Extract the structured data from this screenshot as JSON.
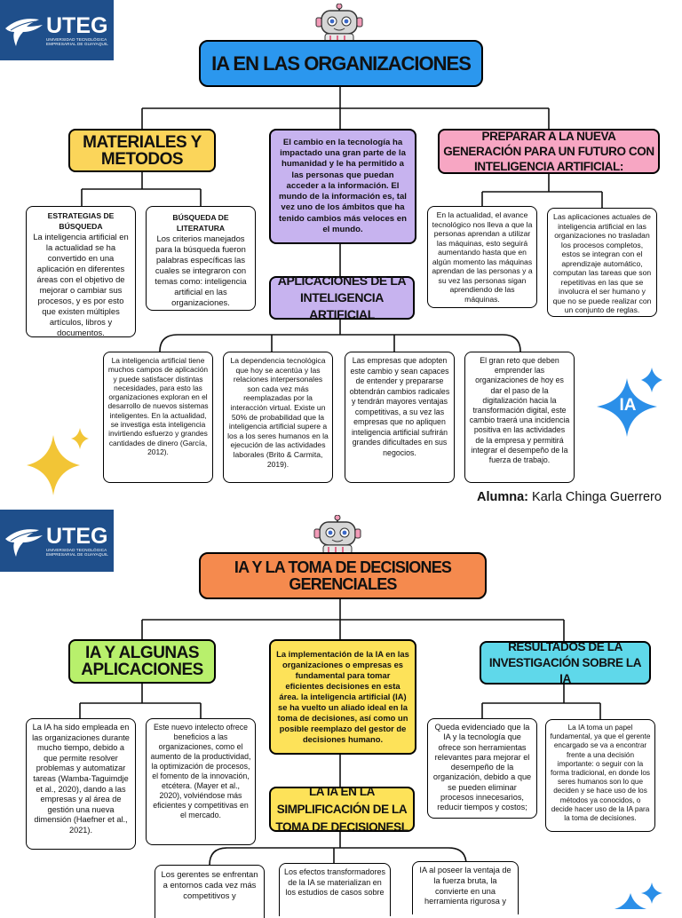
{
  "logo": {
    "word": "UTEG",
    "sub_line1": "UNIVERSIDAD TECNOLÓGICA",
    "sub_line2": "EMPRESARIAL DE GUAYAQUIL"
  },
  "map1": {
    "title": "IA EN LAS ORGANIZACIONES",
    "left_title": "MATERIALES Y METODOS",
    "center_text": "El cambio en la tecnología ha impactado una gran parte de la humanidad y le ha permitido a las personas que puedan acceder a la información. El mundo de la información es, tal vez uno de los ámbitos que ha tenido cambios más veloces en el mundo.",
    "right_title": "PREPARAR A LA NUEVA GENERACIÓN PARA UN FUTURO CON INTELIGENCIA ARTIFICIAL:",
    "left_note1_heading": "ESTRATEGIAS DE BÚSQUEDA",
    "left_note1_text": "La inteligencia artificial en la actualidad se ha convertido en una aplicación en diferentes áreas con el objetivo de mejorar o cambiar sus procesos, y es por esto que existen múltiples artículos, libros y documentos.",
    "left_note2_heading": "BÚSQUEDA DE LITERATURA",
    "left_note2_text": "Los criterios manejados para la búsqueda fueron palabras específicas las cuales se integraron con temas como: inteligencia artificial en las organizaciones.",
    "right_note1": "En la actualidad, el avance tecnológico nos lleva a que la personas aprendan a utilizar las máquinas, esto seguirá aumentando hasta que en algún momento las máquinas aprendan de las personas y a su vez las personas sigan aprendiendo de las máquinas.",
    "right_note2": "Las aplicaciones actuales de inteligencia artificial en las organizaciones no trasladan los procesos completos, estos se integran con el aprendizaje automático, computan las tareas que son repetitivas en las que se involucra el ser humano y que no se puede realizar con un conjunto de reglas.",
    "sub_title": "APLICACIONES DE LA INTELIGENCIA ARTIFICIAL",
    "bottom_notes": [
      "La inteligencia artificial tiene muchos campos de aplicación y puede satisfacer distintas necesidades, para esto las organizaciones exploran en el desarrollo de nuevos sistemas inteligentes. En la actualidad, se investiga esta inteligencia invirtiendo esfuerzo y grandes cantidades de dinero (García, 2012).",
      "La dependencia tecnológica que hoy se acentúa y las relaciones interpersonales son cada vez más reemplazadas por la interacción virtual. Existe un 50% de probabilidad que la inteligencia artificial supere a los a los seres humanos en la ejecución de las actividades laborales (Brito & Carmita, 2019).",
      "Las empresas que adopten este cambio y sean capaces de entender y prepararse obtendrán cambios radicales y tendrán mayores ventajas competitivas, a su vez las empresas que no apliquen inteligencia artificial sufrirán grandes dificultades en sus negocios.",
      "El gran reto que deben emprender las organizaciones de hoy es dar el paso de la digitalización hacia la transformación digital, este cambio traerá una incidencia positiva en las actividades de la empresa y permitirá integrar el desempeño de la fuerza de trabajo."
    ],
    "badge": "IA",
    "author_label": "Alumna:",
    "author_name": "Karla Chinga Guerrero"
  },
  "map2": {
    "title": "IA Y LA TOMA DE DECISIONES GERENCIALES",
    "left_title": "IA Y ALGUNAS APLICACIONES",
    "center_text": "La implementación de la IA en las organizaciones o empresas es fundamental para tomar eficientes decisiones en esta área. la inteligencia artificial (IA) se ha vuelto un aliado ideal en la toma de decisiones, así como un posible reemplazo del gestor de decisiones humano.",
    "right_title": "RESULTADOS DE LA INVESTIGACIÓN SOBRE LA IA",
    "left_note1": "La IA ha sido empleada en las organizaciones durante mucho tiempo, debido a que permite resolver problemas y automatizar tareas (Wamba-Taguimdje et al., 2020), dando a las empresas y al área de gestión una nueva dimensión (Haefner et al., 2021).",
    "left_note2": "Este nuevo intelecto ofrece beneficios a las organizaciones, como el aumento de la productividad, la optimización de procesos, el fomento de la innovación, etcétera. (Mayer et al., 2020), volviéndose más eficientes y competitivas en el mercado.",
    "right_note1": "Queda evidenciado que la IA y la tecnología que ofrece son herramientas relevantes para mejorar el desempeño de la organización, debido a que se pueden eliminar procesos innecesarios, reducir tiempos y costos;",
    "right_note2": "La IA toma un papel fundamental, ya que el gerente encargado se va a encontrar frente a una decisión importante: o seguir con la forma tradicional, en donde los seres humanos son lo que deciden y se hace uso de los métodos ya conocidos, o decide hacer uso de la IA para la toma de decisiones.",
    "sub_title": "LA IA EN LA SIMPLIFICACIÓN DE LA TOMA DE DECISIONESL",
    "bottom_notes": [
      "Los gerentes se enfrentan a entornos cada vez más competitivos y",
      "Los efectos transformadores de la IA se materializan en los estudios de casos sobre",
      "IA al poseer la ventaja de la fuerza bruta, la convierte en una herramienta rigurosa y"
    ]
  }
}
